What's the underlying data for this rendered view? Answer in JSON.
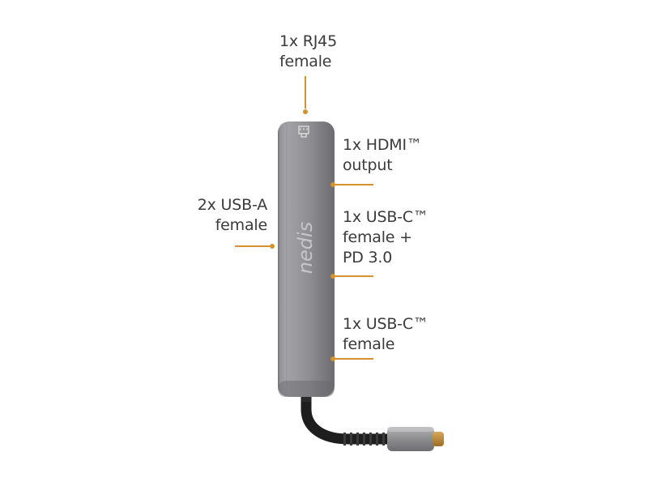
{
  "labels": {
    "rj45": "1x RJ45\nfemale",
    "hdmi": "1x HDMI™\noutput",
    "usba": "2x USB-A\nfemale",
    "usbc_pd": "1x USB-C™\nfemale +\nPD 3.0",
    "usbc": "1x USB-C™\nfemale"
  },
  "brand": "nedis",
  "colors": {
    "accent": "#d4922e",
    "text": "#3b3b3b",
    "hub_body": "#8c8c8e",
    "cable": "#1e1e1e",
    "connector_metal": "#9a9a9c",
    "usb_c_tip": "#b8863a"
  }
}
